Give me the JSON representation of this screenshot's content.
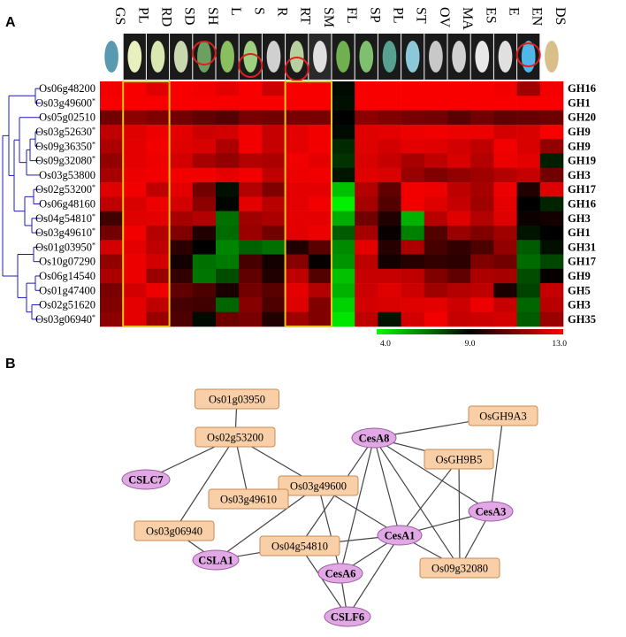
{
  "panel_a": {
    "label": "A",
    "columns": [
      "GS",
      "PL",
      "RD",
      "SD",
      "SH",
      "L",
      "S",
      "R",
      "RT",
      "SM",
      "FL",
      "SP",
      "PL",
      "ST",
      "OV",
      "MA",
      "ES",
      "E",
      "EN",
      "DS"
    ],
    "rows": [
      {
        "gene": "Os06g48200",
        "star": false,
        "blue": false,
        "family": "GH16"
      },
      {
        "gene": "Os03g49600",
        "star": true,
        "blue": true,
        "family": "GH1"
      },
      {
        "gene": "Os05g02510",
        "star": false,
        "blue": false,
        "family": "GH20"
      },
      {
        "gene": "Os03g52630",
        "star": true,
        "blue": true,
        "family": "GH9"
      },
      {
        "gene": "Os09g36350",
        "star": true,
        "blue": false,
        "family": "GH9"
      },
      {
        "gene": "Os09g32080",
        "star": true,
        "blue": false,
        "family": "GH19"
      },
      {
        "gene": "Os03g53800",
        "star": false,
        "blue": false,
        "family": "GH3"
      },
      {
        "gene": "Os02g53200",
        "star": true,
        "blue": false,
        "family": "GH17"
      },
      {
        "gene": "Os06g48160",
        "star": false,
        "blue": false,
        "family": "GH16"
      },
      {
        "gene": "Os04g54810",
        "star": true,
        "blue": false,
        "family": "GH3"
      },
      {
        "gene": "Os03g49610",
        "star": true,
        "blue": true,
        "family": "GH1"
      },
      {
        "gene": "Os01g03950",
        "star": true,
        "blue": false,
        "family": "GH31"
      },
      {
        "gene": "Os10g07290",
        "star": false,
        "blue": false,
        "family": "GH17"
      },
      {
        "gene": "Os06g14540",
        "star": false,
        "blue": false,
        "family": "GH9"
      },
      {
        "gene": "Os01g47400",
        "star": false,
        "blue": false,
        "family": "GH5"
      },
      {
        "gene": "Os02g51620",
        "star": false,
        "blue": false,
        "family": "GH3"
      },
      {
        "gene": "Os03g06940",
        "star": true,
        "blue": false,
        "family": "GH35"
      }
    ],
    "scale": {
      "min": 4.0,
      "mid": 9.0,
      "max": 13.0,
      "min_label": "4.0",
      "mid_label": "9.0",
      "max_label": "13.0",
      "colors": [
        "#00ff00",
        "#000000",
        "#ff0000"
      ]
    }
  },
  "chart_data": {
    "type": "heatmap",
    "categories": [
      "GS",
      "PL",
      "RD",
      "SD",
      "SH",
      "L",
      "S",
      "R",
      "RT",
      "SM",
      "FL",
      "SP",
      "PL",
      "ST",
      "OV",
      "MA",
      "ES",
      "E",
      "EN",
      "DS"
    ],
    "rows": [
      "Os06g48200",
      "Os03g49600",
      "Os05g02510",
      "Os03g52630",
      "Os09g36350",
      "Os09g32080",
      "Os03g53800",
      "Os02g53200",
      "Os06g48160",
      "Os04g54810",
      "Os03g49610",
      "Os01g03950",
      "Os10g07290",
      "Os06g14540",
      "Os01g47400",
      "Os02g51620",
      "Os03g06940"
    ],
    "values": [
      [
        12.8,
        12.9,
        12.5,
        12.9,
        12.8,
        12.6,
        12.9,
        12.2,
        12.9,
        12.9,
        8.8,
        12.9,
        12.9,
        12.9,
        12.9,
        12.9,
        12.9,
        12.8,
        11.5,
        12.8
      ],
      [
        12.9,
        12.9,
        12.9,
        12.9,
        12.9,
        12.9,
        12.9,
        12.9,
        12.9,
        12.9,
        8.7,
        12.9,
        12.9,
        12.9,
        12.9,
        12.9,
        12.9,
        12.9,
        12.9,
        12.9
      ],
      [
        10.8,
        11.2,
        11.0,
        10.8,
        10.5,
        10.3,
        10.9,
        10.8,
        10.9,
        10.9,
        9.0,
        11.2,
        11.0,
        10.9,
        10.8,
        10.4,
        10.8,
        10.5,
        10.6,
        10.7
      ],
      [
        12.0,
        12.5,
        12.7,
        12.6,
        12.2,
        12.3,
        12.8,
        12.1,
        12.6,
        12.8,
        8.8,
        12.5,
        12.6,
        12.7,
        12.8,
        12.7,
        12.7,
        12.3,
        12.4,
        12.9
      ],
      [
        11.7,
        12.6,
        12.8,
        12.5,
        12.4,
        11.7,
        12.8,
        12.1,
        12.6,
        12.8,
        8.2,
        12.5,
        12.3,
        12.6,
        12.5,
        12.3,
        12.0,
        12.8,
        12.4,
        11.3
      ],
      [
        11.3,
        12.6,
        12.7,
        12.3,
        11.6,
        11.3,
        11.8,
        11.7,
        12.8,
        12.6,
        8.0,
        12.4,
        12.1,
        11.6,
        12.0,
        12.4,
        11.8,
        12.7,
        12.6,
        8.4
      ],
      [
        11.6,
        12.7,
        12.8,
        12.8,
        12.8,
        12.6,
        12.8,
        12.0,
        12.7,
        12.8,
        8.6,
        12.5,
        12.4,
        11.4,
        11.0,
        11.3,
        11.5,
        11.8,
        12.1,
        10.8
      ],
      [
        12.5,
        12.8,
        12.0,
        12.6,
        10.8,
        8.7,
        11.8,
        11.0,
        12.6,
        12.6,
        5.2,
        11.8,
        10.5,
        12.8,
        12.7,
        12.0,
        11.6,
        12.7,
        9.5,
        12.5
      ],
      [
        12.0,
        12.4,
        12.7,
        12.3,
        11.2,
        8.9,
        12.6,
        11.9,
        12.6,
        12.8,
        4.3,
        11.6,
        10.3,
        12.8,
        12.5,
        12.1,
        11.5,
        12.6,
        9.0,
        8.3
      ],
      [
        10.0,
        12.5,
        12.6,
        11.6,
        11.8,
        6.8,
        11.5,
        11.7,
        12.6,
        12.6,
        5.6,
        10.8,
        9.5,
        5.5,
        11.9,
        12.5,
        11.8,
        12.5,
        9.2,
        9.3
      ],
      [
        10.8,
        12.8,
        11.8,
        11.0,
        9.5,
        6.9,
        11.4,
        10.8,
        12.6,
        12.7,
        7.2,
        11.6,
        9.1,
        6.5,
        10.3,
        11.4,
        11.0,
        11.5,
        8.6,
        9.0
      ],
      [
        12.3,
        12.6,
        12.0,
        9.7,
        9.0,
        6.4,
        7.1,
        6.8,
        9.5,
        10.4,
        6.3,
        12.6,
        9.6,
        11.7,
        10.1,
        9.8,
        10.2,
        11.3,
        7.2,
        8.7
      ],
      [
        11.3,
        12.7,
        12.3,
        9.3,
        6.8,
        6.6,
        10.1,
        9.3,
        11.1,
        9.1,
        6.1,
        12.0,
        9.3,
        9.6,
        9.8,
        9.7,
        11.0,
        10.8,
        6.9,
        7.6
      ],
      [
        11.7,
        12.7,
        11.4,
        9.8,
        6.7,
        7.5,
        10.5,
        9.5,
        12.0,
        10.3,
        5.2,
        12.1,
        12.1,
        12.0,
        11.0,
        10.5,
        11.7,
        11.6,
        7.5,
        9.1
      ],
      [
        10.9,
        12.3,
        12.7,
        10.5,
        10.2,
        9.4,
        10.8,
        10.4,
        12.6,
        11.8,
        5.5,
        12.2,
        12.5,
        12.2,
        11.5,
        11.8,
        12.0,
        9.4,
        7.7,
        12.1
      ],
      [
        11.0,
        12.6,
        12.0,
        10.1,
        10.0,
        7.0,
        11.1,
        10.2,
        12.5,
        11.0,
        4.9,
        12.3,
        12.4,
        12.5,
        12.6,
        12.2,
        12.7,
        12.1,
        7.0,
        11.9
      ],
      [
        11.2,
        12.6,
        11.4,
        10.2,
        8.8,
        10.7,
        10.9,
        9.5,
        11.5,
        11.0,
        4.5,
        12.0,
        8.6,
        12.3,
        12.8,
        12.1,
        12.2,
        12.3,
        7.2,
        11.4
      ]
    ],
    "highlight_boxes": [
      [
        "PL",
        "RD"
      ],
      [
        "RT",
        "SM"
      ]
    ]
  },
  "panel_b": {
    "label": "B",
    "nodes": [
      {
        "id": "Os01g03950",
        "shape": "rect"
      },
      {
        "id": "Os02g53200",
        "shape": "rect"
      },
      {
        "id": "OsGH9A3",
        "shape": "rect"
      },
      {
        "id": "CesA8",
        "shape": "ellipse"
      },
      {
        "id": "OsGH9B5",
        "shape": "rect"
      },
      {
        "id": "CSLC7",
        "shape": "ellipse"
      },
      {
        "id": "Os03g49600",
        "shape": "rect"
      },
      {
        "id": "Os03g49610",
        "shape": "rect"
      },
      {
        "id": "CesA3",
        "shape": "ellipse"
      },
      {
        "id": "Os03g06940",
        "shape": "rect"
      },
      {
        "id": "CesA1",
        "shape": "ellipse"
      },
      {
        "id": "Os04g54810",
        "shape": "rect"
      },
      {
        "id": "CSLA1",
        "shape": "ellipse"
      },
      {
        "id": "Os09g32080",
        "shape": "rect"
      },
      {
        "id": "CesA6",
        "shape": "ellipse"
      },
      {
        "id": "CSLF6",
        "shape": "ellipse"
      }
    ],
    "edges": [
      [
        "Os01g03950",
        "Os02g53200"
      ],
      [
        "Os02g53200",
        "CSLC7"
      ],
      [
        "Os02g53200",
        "Os03g06940"
      ],
      [
        "Os02g53200",
        "Os03g49610"
      ],
      [
        "Os02g53200",
        "Os03g49600"
      ],
      [
        "OsGH9A3",
        "CesA8"
      ],
      [
        "OsGH9A3",
        "CesA3"
      ],
      [
        "CesA8",
        "OsGH9B5"
      ],
      [
        "CesA8",
        "CesA3"
      ],
      [
        "CesA8",
        "CesA1"
      ],
      [
        "CesA8",
        "CesA6"
      ],
      [
        "CesA8",
        "Os04g54810"
      ],
      [
        "CesA8",
        "Os09g32080"
      ],
      [
        "OsGH9B5",
        "CesA1"
      ],
      [
        "OsGH9B5",
        "Os09g32080"
      ],
      [
        "Os03g49600",
        "CesA1"
      ],
      [
        "Os03g49600",
        "CesA6"
      ],
      [
        "Os03g49600",
        "CSLA1"
      ],
      [
        "CesA3",
        "CesA1"
      ],
      [
        "CesA3",
        "Os09g32080"
      ],
      [
        "CesA1",
        "Os04g54810"
      ],
      [
        "CesA1",
        "CesA6"
      ],
      [
        "CesA1",
        "CSLF6"
      ],
      [
        "CesA1",
        "Os09g32080"
      ],
      [
        "Os04g54810",
        "CSLA1"
      ],
      [
        "Os04g54810",
        "CSLF6"
      ],
      [
        "Os03g06940",
        "CSLA1"
      ],
      [
        "CesA6",
        "CSLF6"
      ]
    ],
    "colors": {
      "rect_fill": "#f9cfa8",
      "rect_stroke": "#c98b55",
      "ellipse_fill": "#e2a8e6",
      "ellipse_stroke": "#9a5da0",
      "edge": "#444444"
    }
  },
  "colors": {
    "box_highlight": "#f0c419",
    "tree": "#1c1cb8",
    "blue_gene": "#2020d0"
  }
}
